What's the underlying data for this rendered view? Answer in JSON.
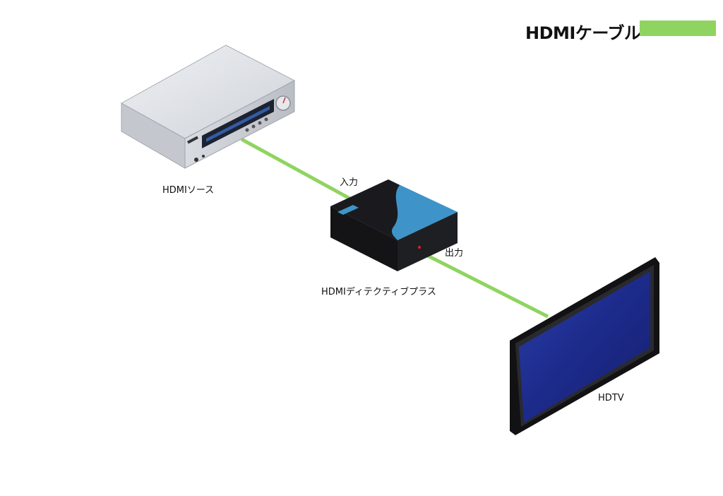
{
  "legend": {
    "label": "HDMIケーブル",
    "color": "#8fd460"
  },
  "devices": {
    "source": {
      "label": "HDMIソース"
    },
    "detective": {
      "label": "HDMIディテクティブプラス"
    },
    "hdtv": {
      "label": "HDTV"
    }
  },
  "ports": {
    "input_label": "入力",
    "output_label": "出力"
  },
  "colors": {
    "cable": "#8fd460",
    "screen": "#1c2e8e",
    "box_top": "#3e94c8"
  }
}
